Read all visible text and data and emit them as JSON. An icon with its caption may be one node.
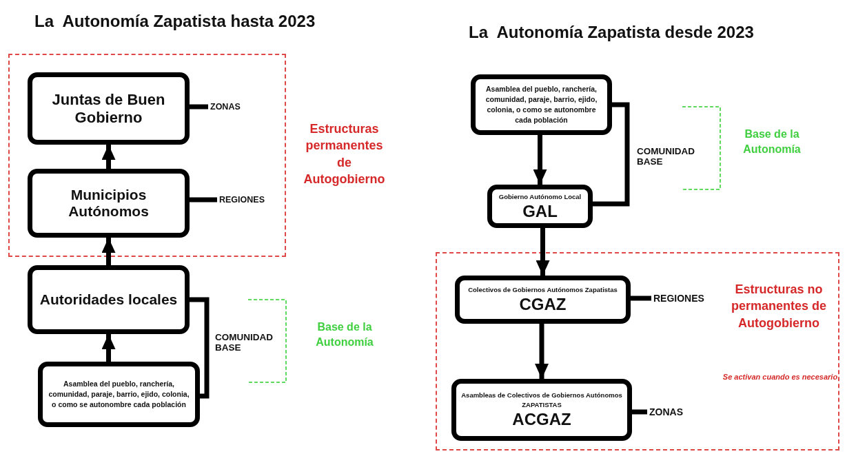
{
  "diagram": {
    "nodes": [
      {
        "text": [],
        "shape": "box",
        "beside": [
          "Estructuras permanentes de Autogobierno"
        ]
      },
      {
        "text": [
          "Juntas de Buen Gobierno"
        ],
        "in": 0
      },
      {
        "text": [
          "Municipios Autónomos"
        ],
        "in": 0
      },
      {
        "text": [
          "Autoridades locales"
        ]
      },
      {
        "text": [
          "Asamblea del pueblo, ranchería, comunidad, paraje, barrio, ejido, colonia, o como se autonombre cada población"
        ]
      },
      {
        "text": [
          "Asamblea del pueblo, ranchería, comunidad, paraje, barrio, ejido, colonia, o como se autonombre cada población"
        ]
      },
      {
        "text": [
          "Gobierno Autónomo Local",
          "GAL"
        ]
      },
      {
        "text": [],
        "shape": "box",
        "beside": [
          "Estructuras no permanentes de Autogobierno",
          "Se activan cuando es necesario"
        ]
      },
      {
        "text": [
          "Colectivos de Gobiernos Autónomos Zapatistas",
          "CGAZ"
        ],
        "in": 7
      },
      {
        "text": [
          "Asambleas de Colectivos de Gobiernos Autónomos ZAPATISTAS",
          "ACGAZ"
        ],
        "in": 7
      },
      {
        "text": [
          "ZONAS"
        ],
        "in": 0
      },
      {
        "text": [
          "REGIONES"
        ],
        "in": 0
      },
      {
        "text": [
          "REGIONES"
        ],
        "in": 7
      },
      {
        "text": [
          "ZONAS"
        ],
        "in": 7
      }
    ],
    "edges": [
      {
        "from": 4,
        "to": 3,
        "arrow": "to"
      },
      {
        "from": 3,
        "to": 2,
        "arrow": "to"
      },
      {
        "from": 2,
        "to": 1,
        "arrow": "to"
      },
      {
        "from": 3,
        "to": 4,
        "arrow": "none",
        "label": "COMUNIDAD BASE"
      },
      {
        "from": 10,
        "to": 1,
        "arrow": "none"
      },
      {
        "from": 11,
        "to": 2,
        "arrow": "none"
      },
      {
        "from": 5,
        "to": 6,
        "arrow": "to"
      },
      {
        "from": 5,
        "to": 6,
        "arrow": "none",
        "label": "COMUNIDAD BASE"
      },
      {
        "from": 6,
        "to": 8,
        "arrow": "to"
      },
      {
        "from": 8,
        "to": 9,
        "arrow": "to"
      },
      {
        "from": 12,
        "to": 8,
        "arrow": "none"
      },
      {
        "from": 13,
        "to": 9,
        "arrow": "none"
      }
    ],
    "labels": [
      "La  Autonomía Zapatista hasta 2023",
      "La  Autonomía Zapatista desde 2023",
      "Base de la Autonomía",
      "Base de la Autonomía"
    ]
  }
}
